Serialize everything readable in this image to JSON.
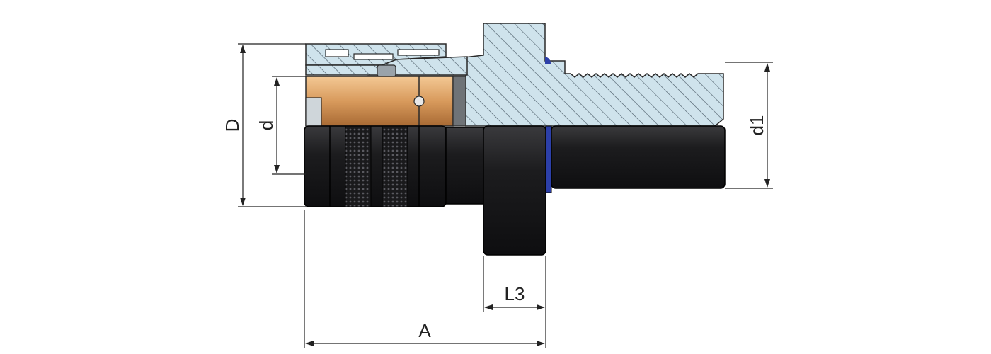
{
  "labels": {
    "D": "D",
    "d": "d",
    "d1": "d1",
    "L3": "L3",
    "A": "A"
  },
  "colors": {
    "hatch_fill": "#cfe3ec",
    "hatch_line": "#4a5a66",
    "body_dark": "#1c1c1e",
    "bronze": "#d89a5c",
    "seal_blue": "#2c3fa8",
    "dimension_line": "#222222"
  }
}
